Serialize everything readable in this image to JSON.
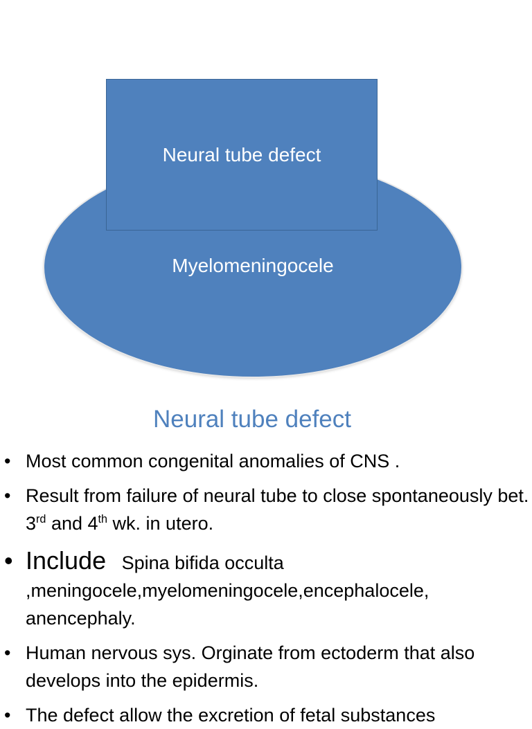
{
  "diagram": {
    "rect_label": "Neural tube defect",
    "ellipse_label": "Myelomeningocele",
    "fill_color": "#4f81bd"
  },
  "title": "Neural tube defect",
  "bullets": {
    "b1": "Most common congenital anomalies of CNS .",
    "b2": {
      "part1": "Result from failure of neural tube to close spontaneously bet. 3",
      "sup1": "rd",
      "part2": " and 4",
      "sup2": "th",
      "part3": " wk. in utero."
    },
    "b3": {
      "lead": "Include",
      "rest": "Spina  bifida occulta ,meningocele,myelomeningocele,encephalocele, anencephaly."
    },
    "b4": "Human nervous sys. Orginate from ectoderm that also develops into the epidermis.",
    "b5": "The defect allow the excretion of fetal substances"
  },
  "colors": {
    "title": "#4f81bd",
    "shape": "#4f81bd"
  }
}
